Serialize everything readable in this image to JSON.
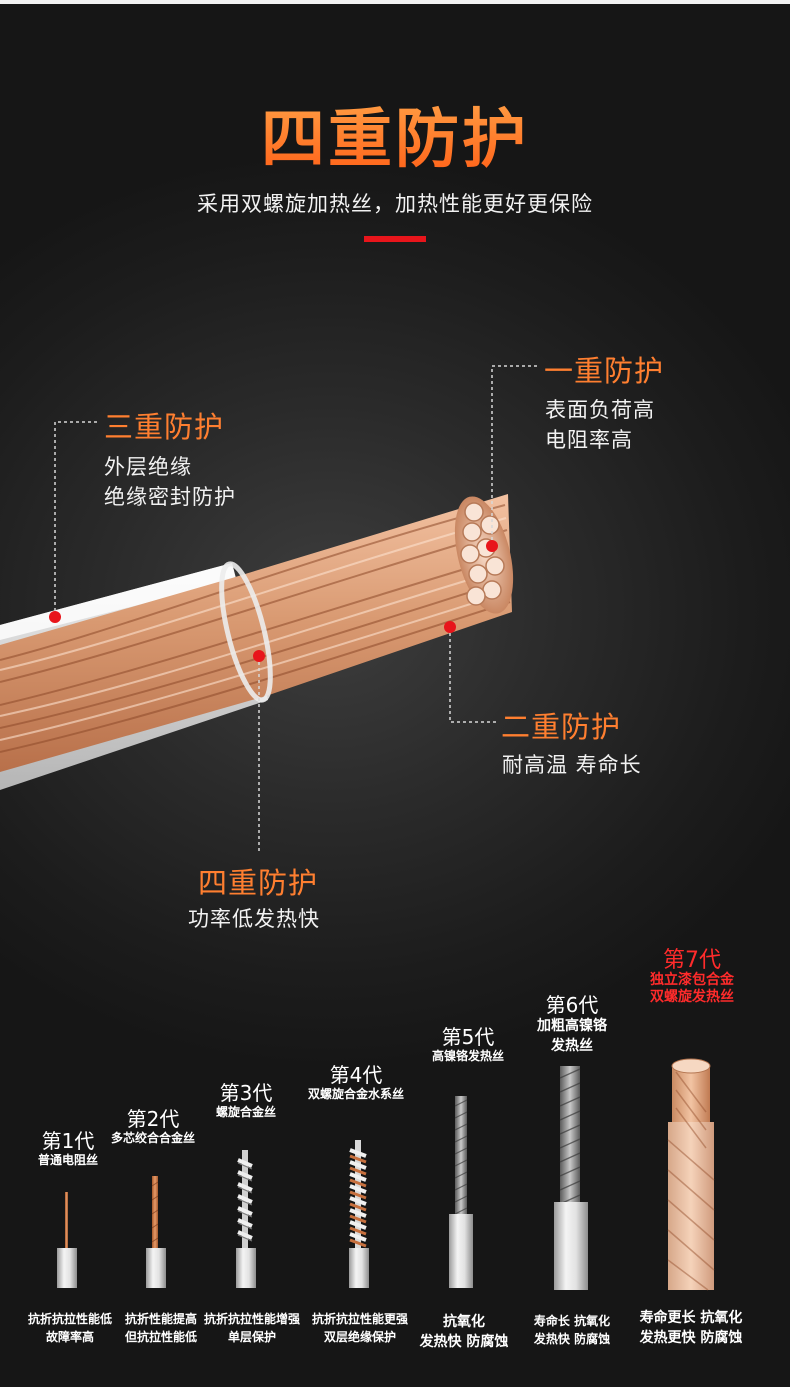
{
  "header": {
    "title": "四重防护",
    "subtitle": "采用双螺旋加热丝，加热性能更好更保险",
    "accent_color": "#e8151b"
  },
  "callouts": [
    {
      "title": "一重防护",
      "lines": [
        "表面负荷高",
        "电阻率高"
      ]
    },
    {
      "title": "二重防护",
      "lines": [
        "耐高温 寿命长"
      ]
    },
    {
      "title": "三重防护",
      "lines": [
        "外层绝缘",
        "绝缘密封防护"
      ]
    },
    {
      "title": "四重防护",
      "lines": [
        "功率低发热快"
      ]
    }
  ],
  "generations": [
    {
      "name": "第1代",
      "desc": [
        "普通电阻丝"
      ],
      "features": [
        "抗折抗拉性能低",
        "故障率高"
      ]
    },
    {
      "name": "第2代",
      "desc": [
        "多芯绞合合金丝"
      ],
      "features": [
        "抗折性能提高",
        "但抗拉性能低"
      ]
    },
    {
      "name": "第3代",
      "desc": [
        "螺旋合金丝"
      ],
      "features": [
        "抗折抗拉性能增强",
        "单层保护"
      ]
    },
    {
      "name": "第4代",
      "desc": [
        "双螺旋合金水系丝"
      ],
      "features": [
        "抗折抗拉性能更强",
        "双层绝缘保护"
      ]
    },
    {
      "name": "第5代",
      "desc": [
        "高镍铬发热丝"
      ],
      "features": [
        "抗氧化",
        "发热快 防腐蚀"
      ]
    },
    {
      "name": "第6代",
      "desc": [
        "加粗高镍铬",
        "发热丝"
      ],
      "features": [
        "寿命长 抗氧化",
        "发热快 防腐蚀"
      ]
    },
    {
      "name": "第7代",
      "desc": [
        "独立漆包合金",
        "双螺旋发热丝"
      ],
      "features": [
        "寿命更长 抗氧化",
        "发热更快 防腐蚀"
      ],
      "highlight_color": "#ff2b2b"
    }
  ]
}
